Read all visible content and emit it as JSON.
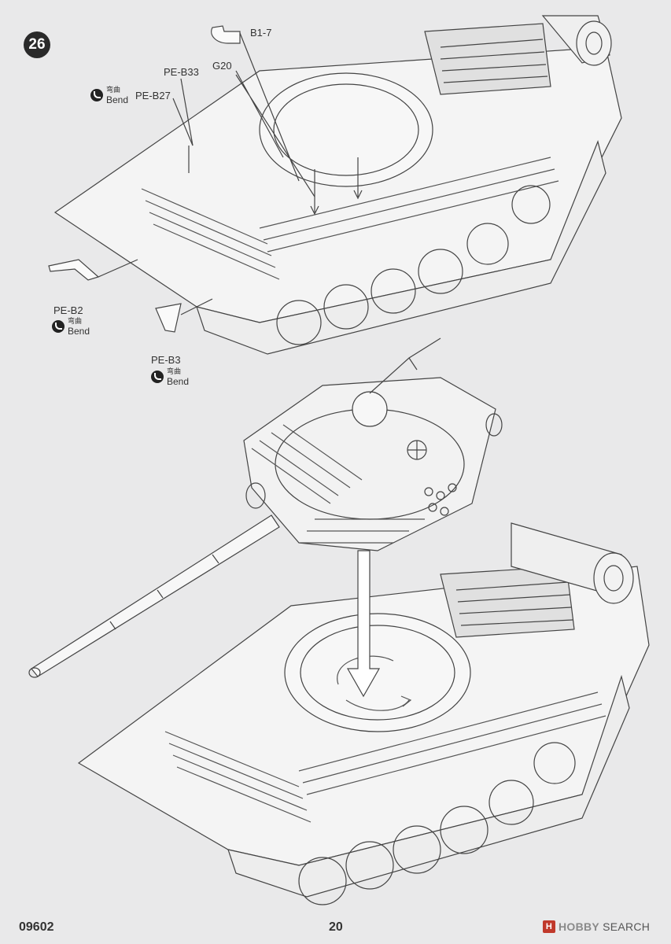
{
  "step": {
    "number": "26"
  },
  "callouts": {
    "b1_7": "B1-7",
    "g20": "G20",
    "pe_b33": "PE-B33",
    "pe_b27": "PE-B27",
    "pe_b2": "PE-B2",
    "pe_b3": "PE-B3"
  },
  "bend": {
    "cn": "弯曲",
    "en": "Bend"
  },
  "footer": {
    "kit_code": "09602",
    "page_number": "20"
  },
  "watermark": {
    "logo_letter": "H",
    "brand": "HOBBY",
    "search": "SEARCH"
  }
}
